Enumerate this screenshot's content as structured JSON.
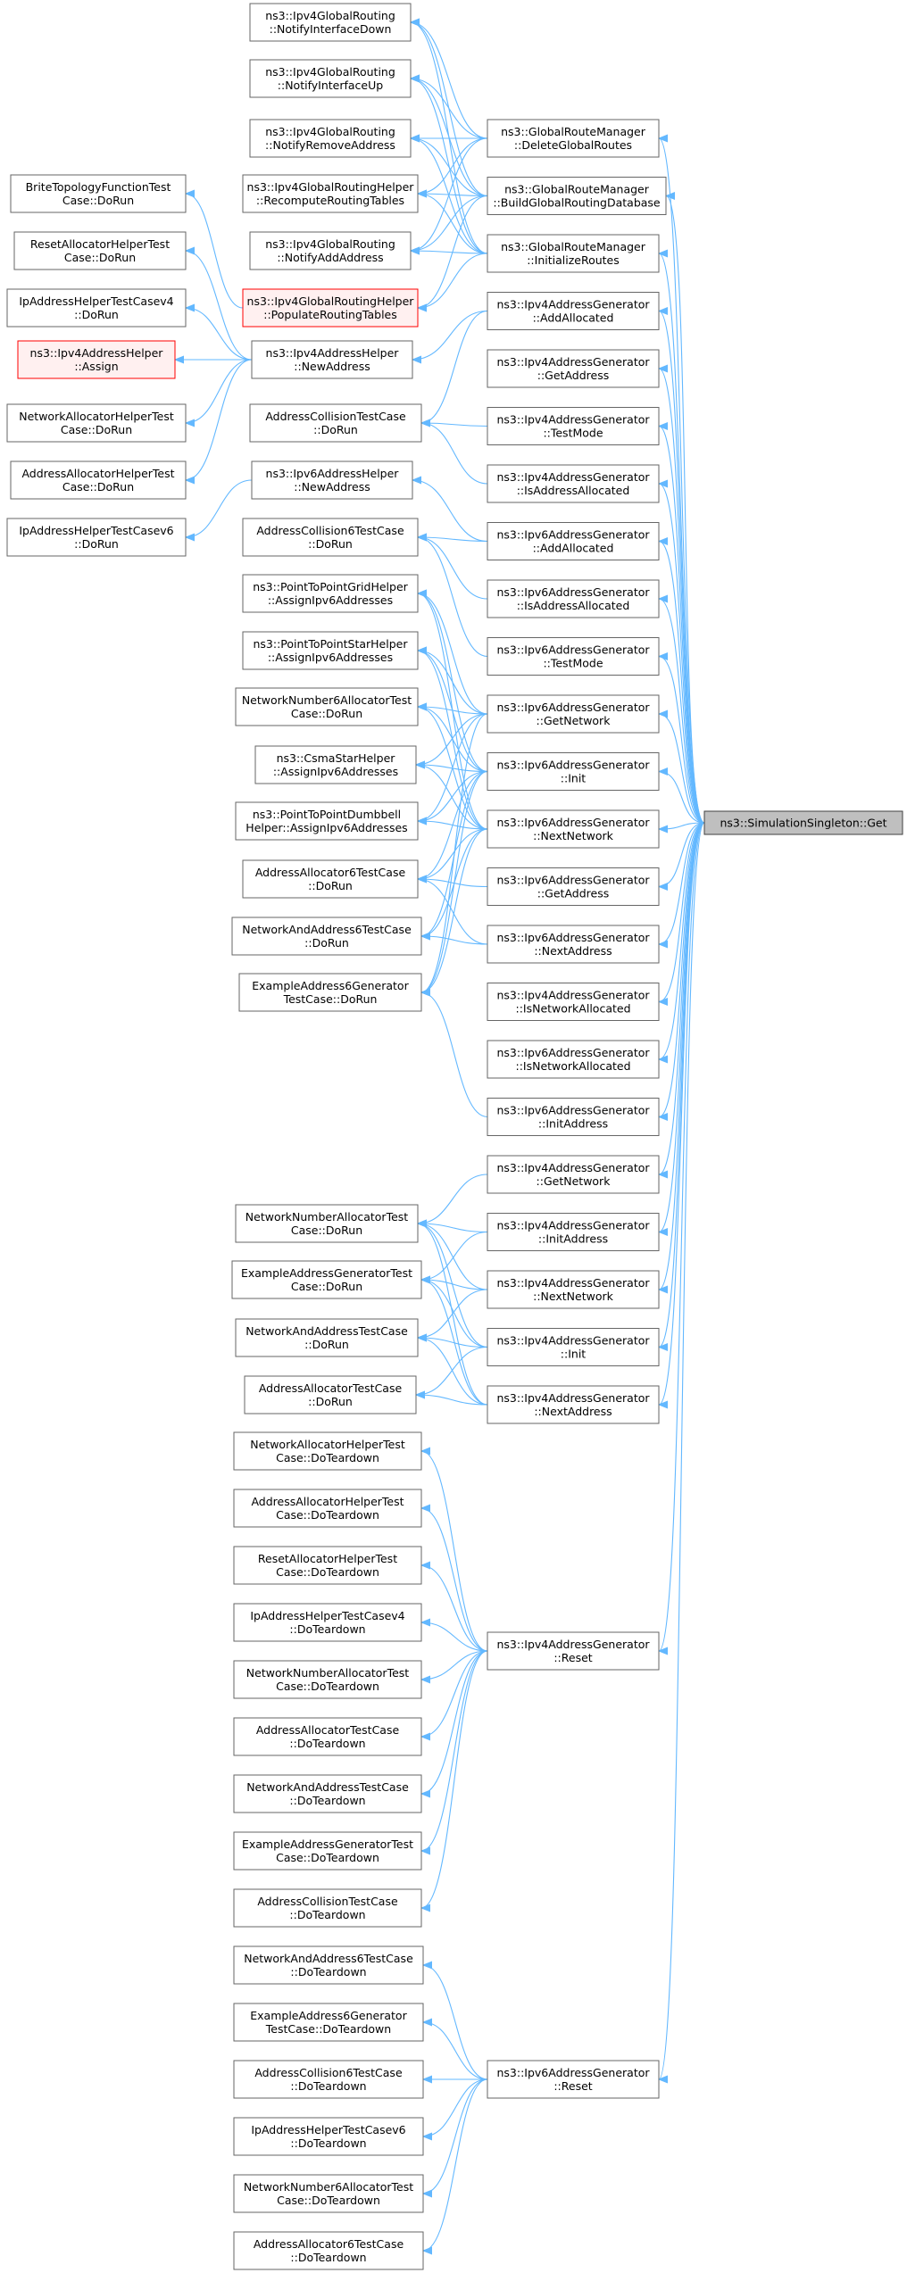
{
  "diagram": {
    "type": "doxygen-caller-graph",
    "colors": {
      "edge": "#63b8ff",
      "node_border": "#666666",
      "highlight_border": "#ff0000",
      "target_fill": "#bfbfbf"
    },
    "nodes": [
      {
        "id": "target",
        "lines": [
          "ns3::SimulationSingleton::Get"
        ],
        "style": "target"
      },
      {
        "id": "grm_del",
        "lines": [
          "ns3::GlobalRouteManager",
          "::DeleteGlobalRoutes"
        ]
      },
      {
        "id": "grm_build",
        "lines": [
          "ns3::GlobalRouteManager",
          "::BuildGlobalRoutingDatabase"
        ]
      },
      {
        "id": "grm_init",
        "lines": [
          "ns3::GlobalRouteManager",
          "::InitializeRoutes"
        ]
      },
      {
        "id": "v4_addalloc",
        "lines": [
          "ns3::Ipv4AddressGenerator",
          "::AddAllocated"
        ]
      },
      {
        "id": "v4_getaddr",
        "lines": [
          "ns3::Ipv4AddressGenerator",
          "::GetAddress"
        ]
      },
      {
        "id": "v4_testmode",
        "lines": [
          "ns3::Ipv4AddressGenerator",
          "::TestMode"
        ]
      },
      {
        "id": "v4_isaddr",
        "lines": [
          "ns3::Ipv4AddressGenerator",
          "::IsAddressAllocated"
        ]
      },
      {
        "id": "v6_addalloc",
        "lines": [
          "ns3::Ipv6AddressGenerator",
          "::AddAllocated"
        ]
      },
      {
        "id": "v6_isaddr",
        "lines": [
          "ns3::Ipv6AddressGenerator",
          "::IsAddressAllocated"
        ]
      },
      {
        "id": "v6_testmode",
        "lines": [
          "ns3::Ipv6AddressGenerator",
          "::TestMode"
        ]
      },
      {
        "id": "v6_getnet",
        "lines": [
          "ns3::Ipv6AddressGenerator",
          "::GetNetwork"
        ]
      },
      {
        "id": "v6_init",
        "lines": [
          "ns3::Ipv6AddressGenerator",
          "::Init"
        ]
      },
      {
        "id": "v6_nextnet",
        "lines": [
          "ns3::Ipv6AddressGenerator",
          "::NextNetwork"
        ]
      },
      {
        "id": "v6_getaddr",
        "lines": [
          "ns3::Ipv6AddressGenerator",
          "::GetAddress"
        ]
      },
      {
        "id": "v6_nextaddr",
        "lines": [
          "ns3::Ipv6AddressGenerator",
          "::NextAddress"
        ]
      },
      {
        "id": "v4_isnet",
        "lines": [
          "ns3::Ipv4AddressGenerator",
          "::IsNetworkAllocated"
        ]
      },
      {
        "id": "v6_isnet",
        "lines": [
          "ns3::Ipv6AddressGenerator",
          "::IsNetworkAllocated"
        ]
      },
      {
        "id": "v6_initaddr",
        "lines": [
          "ns3::Ipv6AddressGenerator",
          "::InitAddress"
        ]
      },
      {
        "id": "v4_getnet",
        "lines": [
          "ns3::Ipv4AddressGenerator",
          "::GetNetwork"
        ]
      },
      {
        "id": "v4_initaddr",
        "lines": [
          "ns3::Ipv4AddressGenerator",
          "::InitAddress"
        ]
      },
      {
        "id": "v4_nextnet",
        "lines": [
          "ns3::Ipv4AddressGenerator",
          "::NextNetwork"
        ]
      },
      {
        "id": "v4_init",
        "lines": [
          "ns3::Ipv4AddressGenerator",
          "::Init"
        ]
      },
      {
        "id": "v4_nextaddr",
        "lines": [
          "ns3::Ipv4AddressGenerator",
          "::NextAddress"
        ]
      },
      {
        "id": "v4_reset",
        "lines": [
          "ns3::Ipv4AddressGenerator",
          "::Reset"
        ]
      },
      {
        "id": "v6_reset",
        "lines": [
          "ns3::Ipv6AddressGenerator",
          "::Reset"
        ]
      },
      {
        "id": "gr_down",
        "lines": [
          "ns3::Ipv4GlobalRouting",
          "::NotifyInterfaceDown"
        ]
      },
      {
        "id": "gr_up",
        "lines": [
          "ns3::Ipv4GlobalRouting",
          "::NotifyInterfaceUp"
        ]
      },
      {
        "id": "gr_remove",
        "lines": [
          "ns3::Ipv4GlobalRouting",
          "::NotifyRemoveAddress"
        ]
      },
      {
        "id": "grh_recompute",
        "lines": [
          "ns3::Ipv4GlobalRoutingHelper",
          "::RecomputeRoutingTables"
        ]
      },
      {
        "id": "gr_add",
        "lines": [
          "ns3::Ipv4GlobalRouting",
          "::NotifyAddAddress"
        ]
      },
      {
        "id": "grh_populate",
        "lines": [
          "ns3::Ipv4GlobalRoutingHelper",
          "::PopulateRoutingTables"
        ],
        "style": "red"
      },
      {
        "id": "v4h_newaddr",
        "lines": [
          "ns3::Ipv4AddressHelper",
          "::NewAddress"
        ]
      },
      {
        "id": "coll_run",
        "lines": [
          "AddressCollisionTestCase",
          "::DoRun"
        ]
      },
      {
        "id": "v6h_newaddr",
        "lines": [
          "ns3::Ipv6AddressHelper",
          "::NewAddress"
        ]
      },
      {
        "id": "coll6_run",
        "lines": [
          "AddressCollision6TestCase",
          "::DoRun"
        ]
      },
      {
        "id": "p2pgrid",
        "lines": [
          "ns3::PointToPointGridHelper",
          "::AssignIpv6Addresses"
        ]
      },
      {
        "id": "p2pstar",
        "lines": [
          "ns3::PointToPointStarHelper",
          "::AssignIpv6Addresses"
        ]
      },
      {
        "id": "netnum6_run",
        "lines": [
          "NetworkNumber6AllocatorTest",
          "Case::DoRun"
        ]
      },
      {
        "id": "csmastar",
        "lines": [
          "ns3::CsmaStarHelper",
          "::AssignIpv6Addresses"
        ]
      },
      {
        "id": "p2pdumb",
        "lines": [
          "ns3::PointToPointDumbbell",
          "Helper::AssignIpv6Addresses"
        ]
      },
      {
        "id": "alloc6_run",
        "lines": [
          "AddressAllocator6TestCase",
          "::DoRun"
        ]
      },
      {
        "id": "netaddr6_run",
        "lines": [
          "NetworkAndAddress6TestCase",
          "::DoRun"
        ]
      },
      {
        "id": "ex6_run",
        "lines": [
          "ExampleAddress6Generator",
          "TestCase::DoRun"
        ]
      },
      {
        "id": "netnum_run",
        "lines": [
          "NetworkNumberAllocatorTest",
          "Case::DoRun"
        ]
      },
      {
        "id": "exgen_run",
        "lines": [
          "ExampleAddressGeneratorTest",
          "Case::DoRun"
        ]
      },
      {
        "id": "netaddr_run",
        "lines": [
          "NetworkAndAddressTestCase",
          "::DoRun"
        ]
      },
      {
        "id": "alloc_run",
        "lines": [
          "AddressAllocatorTestCase",
          "::DoRun"
        ]
      },
      {
        "id": "t_netallochelp",
        "lines": [
          "NetworkAllocatorHelperTest",
          "Case::DoTeardown"
        ]
      },
      {
        "id": "t_addrallochelp",
        "lines": [
          "AddressAllocatorHelperTest",
          "Case::DoTeardown"
        ]
      },
      {
        "id": "t_resetallochelp",
        "lines": [
          "ResetAllocatorHelperTest",
          "Case::DoTeardown"
        ]
      },
      {
        "id": "t_iphelpv4",
        "lines": [
          "IpAddressHelperTestCasev4",
          "::DoTeardown"
        ]
      },
      {
        "id": "t_netnum",
        "lines": [
          "NetworkNumberAllocatorTest",
          "Case::DoTeardown"
        ]
      },
      {
        "id": "t_alloc",
        "lines": [
          "AddressAllocatorTestCase",
          "::DoTeardown"
        ]
      },
      {
        "id": "t_netaddr",
        "lines": [
          "NetworkAndAddressTestCase",
          "::DoTeardown"
        ]
      },
      {
        "id": "t_exgen",
        "lines": [
          "ExampleAddressGeneratorTest",
          "Case::DoTeardown"
        ]
      },
      {
        "id": "t_coll",
        "lines": [
          "AddressCollisionTestCase",
          "::DoTeardown"
        ]
      },
      {
        "id": "t_netaddr6",
        "lines": [
          "NetworkAndAddress6TestCase",
          "::DoTeardown"
        ]
      },
      {
        "id": "t_ex6",
        "lines": [
          "ExampleAddress6Generator",
          "TestCase::DoTeardown"
        ]
      },
      {
        "id": "t_coll6",
        "lines": [
          "AddressCollision6TestCase",
          "::DoTeardown"
        ]
      },
      {
        "id": "t_iphelpv6",
        "lines": [
          "IpAddressHelperTestCasev6",
          "::DoTeardown"
        ]
      },
      {
        "id": "t_netnum6",
        "lines": [
          "NetworkNumber6AllocatorTest",
          "Case::DoTeardown"
        ]
      },
      {
        "id": "t_alloc6",
        "lines": [
          "AddressAllocator6TestCase",
          "::DoTeardown"
        ]
      },
      {
        "id": "brite_run",
        "lines": [
          "BriteTopologyFunctionTest",
          "Case::DoRun"
        ]
      },
      {
        "id": "resetallochelp_run",
        "lines": [
          "ResetAllocatorHelperTest",
          "Case::DoRun"
        ]
      },
      {
        "id": "iphelpv4_run",
        "lines": [
          "IpAddressHelperTestCasev4",
          "::DoRun"
        ]
      },
      {
        "id": "v4h_assign",
        "lines": [
          "ns3::Ipv4AddressHelper",
          "::Assign"
        ],
        "style": "red"
      },
      {
        "id": "netallochelp_run",
        "lines": [
          "NetworkAllocatorHelperTest",
          "Case::DoRun"
        ]
      },
      {
        "id": "addrallochelp_run",
        "lines": [
          "AddressAllocatorHelperTest",
          "Case::DoRun"
        ]
      },
      {
        "id": "iphelpv6_run",
        "lines": [
          "IpAddressHelperTestCasev6",
          "::DoRun"
        ]
      }
    ],
    "edges": [
      [
        "grm_del",
        "target"
      ],
      [
        "grm_build",
        "target"
      ],
      [
        "grm_init",
        "target"
      ],
      [
        "v4_addalloc",
        "target"
      ],
      [
        "v4_getaddr",
        "target"
      ],
      [
        "v4_testmode",
        "target"
      ],
      [
        "v4_isaddr",
        "target"
      ],
      [
        "v6_addalloc",
        "target"
      ],
      [
        "v6_isaddr",
        "target"
      ],
      [
        "v6_testmode",
        "target"
      ],
      [
        "v6_getnet",
        "target"
      ],
      [
        "v6_init",
        "target"
      ],
      [
        "v6_nextnet",
        "target"
      ],
      [
        "v6_getaddr",
        "target"
      ],
      [
        "v6_nextaddr",
        "target"
      ],
      [
        "v4_isnet",
        "target"
      ],
      [
        "v6_isnet",
        "target"
      ],
      [
        "v6_initaddr",
        "target"
      ],
      [
        "v4_getnet",
        "target"
      ],
      [
        "v4_initaddr",
        "target"
      ],
      [
        "v4_nextnet",
        "target"
      ],
      [
        "v4_init",
        "target"
      ],
      [
        "v4_nextaddr",
        "target"
      ],
      [
        "v4_reset",
        "target"
      ],
      [
        "v6_reset",
        "target"
      ],
      [
        "gr_down",
        "grm_del"
      ],
      [
        "gr_down",
        "grm_build"
      ],
      [
        "gr_down",
        "grm_init"
      ],
      [
        "gr_up",
        "grm_del"
      ],
      [
        "gr_up",
        "grm_build"
      ],
      [
        "gr_up",
        "grm_init"
      ],
      [
        "gr_remove",
        "grm_del"
      ],
      [
        "gr_remove",
        "grm_build"
      ],
      [
        "gr_remove",
        "grm_init"
      ],
      [
        "grh_recompute",
        "grm_del"
      ],
      [
        "grh_recompute",
        "grm_build"
      ],
      [
        "grh_recompute",
        "grm_init"
      ],
      [
        "gr_add",
        "grm_del"
      ],
      [
        "gr_add",
        "grm_build"
      ],
      [
        "gr_add",
        "grm_init"
      ],
      [
        "grh_populate",
        "grm_build"
      ],
      [
        "grh_populate",
        "grm_init"
      ],
      [
        "brite_run",
        "grh_populate"
      ],
      [
        "resetallochelp_run",
        "v4h_newaddr"
      ],
      [
        "iphelpv4_run",
        "v4h_newaddr"
      ],
      [
        "v4h_assign",
        "v4h_newaddr"
      ],
      [
        "netallochelp_run",
        "v4h_newaddr"
      ],
      [
        "addrallochelp_run",
        "v4h_newaddr"
      ],
      [
        "iphelpv6_run",
        "v6h_newaddr"
      ],
      [
        "v4h_newaddr",
        "v4_addalloc"
      ],
      [
        "coll_run",
        "v4_addalloc"
      ],
      [
        "coll_run",
        "v4_testmode"
      ],
      [
        "coll_run",
        "v4_isaddr"
      ],
      [
        "v6h_newaddr",
        "v6_addalloc"
      ],
      [
        "coll6_run",
        "v6_addalloc"
      ],
      [
        "coll6_run",
        "v6_isaddr"
      ],
      [
        "coll6_run",
        "v6_testmode"
      ],
      [
        "p2pgrid",
        "v6_getnet"
      ],
      [
        "p2pgrid",
        "v6_init"
      ],
      [
        "p2pgrid",
        "v6_nextnet"
      ],
      [
        "p2pstar",
        "v6_getnet"
      ],
      [
        "p2pstar",
        "v6_init"
      ],
      [
        "p2pstar",
        "v6_nextnet"
      ],
      [
        "netnum6_run",
        "v6_getnet"
      ],
      [
        "netnum6_run",
        "v6_init"
      ],
      [
        "netnum6_run",
        "v6_nextnet"
      ],
      [
        "csmastar",
        "v6_getnet"
      ],
      [
        "csmastar",
        "v6_init"
      ],
      [
        "csmastar",
        "v6_nextnet"
      ],
      [
        "p2pdumb",
        "v6_getnet"
      ],
      [
        "p2pdumb",
        "v6_init"
      ],
      [
        "p2pdumb",
        "v6_nextnet"
      ],
      [
        "alloc6_run",
        "v6_init"
      ],
      [
        "alloc6_run",
        "v6_nextnet"
      ],
      [
        "alloc6_run",
        "v6_getaddr"
      ],
      [
        "alloc6_run",
        "v6_nextaddr"
      ],
      [
        "netaddr6_run",
        "v6_init"
      ],
      [
        "netaddr6_run",
        "v6_nextnet"
      ],
      [
        "netaddr6_run",
        "v6_nextaddr"
      ],
      [
        "ex6_run",
        "v6_getnet"
      ],
      [
        "ex6_run",
        "v6_init"
      ],
      [
        "ex6_run",
        "v6_nextnet"
      ],
      [
        "ex6_run",
        "v6_initaddr"
      ],
      [
        "netnum_run",
        "v4_getnet"
      ],
      [
        "netnum_run",
        "v4_initaddr"
      ],
      [
        "netnum_run",
        "v4_nextnet"
      ],
      [
        "netnum_run",
        "v4_init"
      ],
      [
        "netnum_run",
        "v4_nextaddr"
      ],
      [
        "exgen_run",
        "v4_initaddr"
      ],
      [
        "exgen_run",
        "v4_nextnet"
      ],
      [
        "exgen_run",
        "v4_init"
      ],
      [
        "exgen_run",
        "v4_nextaddr"
      ],
      [
        "netaddr_run",
        "v4_nextnet"
      ],
      [
        "netaddr_run",
        "v4_init"
      ],
      [
        "netaddr_run",
        "v4_nextaddr"
      ],
      [
        "alloc_run",
        "v4_init"
      ],
      [
        "alloc_run",
        "v4_nextaddr"
      ],
      [
        "t_netallochelp",
        "v4_reset"
      ],
      [
        "t_addrallochelp",
        "v4_reset"
      ],
      [
        "t_resetallochelp",
        "v4_reset"
      ],
      [
        "t_iphelpv4",
        "v4_reset"
      ],
      [
        "t_netnum",
        "v4_reset"
      ],
      [
        "t_alloc",
        "v4_reset"
      ],
      [
        "t_netaddr",
        "v4_reset"
      ],
      [
        "t_exgen",
        "v4_reset"
      ],
      [
        "t_coll",
        "v4_reset"
      ],
      [
        "t_netaddr6",
        "v6_reset"
      ],
      [
        "t_ex6",
        "v6_reset"
      ],
      [
        "t_coll6",
        "v6_reset"
      ],
      [
        "t_iphelpv6",
        "v6_reset"
      ],
      [
        "t_netnum6",
        "v6_reset"
      ],
      [
        "t_alloc6",
        "v6_reset"
      ]
    ]
  }
}
